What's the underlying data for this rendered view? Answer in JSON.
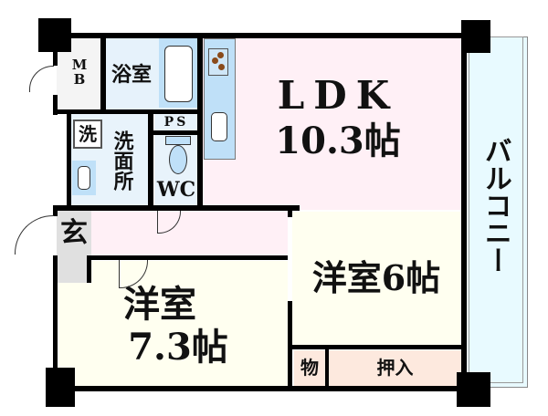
{
  "rooms": {
    "ldk": {
      "name": "LDK",
      "size": "10.3帖"
    },
    "western1": {
      "name": "洋室",
      "size": "7.3帖"
    },
    "western2": {
      "label": "洋室6帖"
    },
    "bath": "浴室",
    "washroom": "洗面所",
    "washer": "洗",
    "wc": "WC",
    "ps": "PS",
    "mb": "MB",
    "entrance": "玄",
    "storage": "物",
    "closet": "押入",
    "balcony": "バルコニー"
  },
  "colors": {
    "ldk": "#fff0f6",
    "western": "#fffff0",
    "wet_area": "#e8f3fb",
    "fixture": "#bfe0f8",
    "closet": "#fde9de",
    "balcony": "#e8faff",
    "entrance": "#e0e0e0"
  }
}
